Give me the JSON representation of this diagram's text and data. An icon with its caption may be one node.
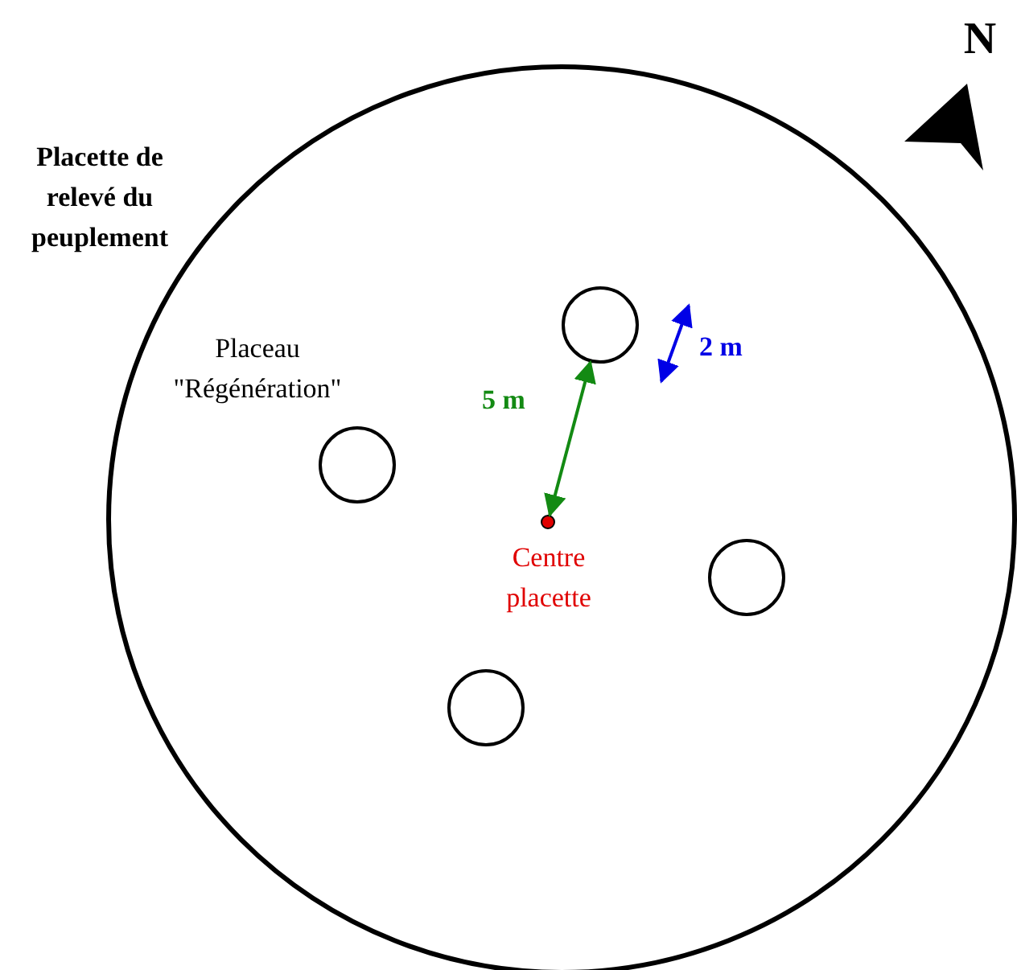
{
  "diagram": {
    "nodes": [
      {
        "text": [
          "Placette de relevé du peuplement"
        ]
      },
      {
        "text": [],
        "shape": "circle",
        "in": 0
      },
      {
        "text": [
          "Placeau \"Régénération\""
        ],
        "in": 0
      },
      {
        "text": [
          "Centre placette"
        ],
        "in": 0
      },
      {
        "text": [],
        "shape": "circle",
        "in": 0
      },
      {
        "text": [],
        "shape": "circle",
        "in": 0
      }
    ],
    "edges": [
      {
        "from": 3,
        "to": 1,
        "arrow": "both",
        "label": "5 m",
        "color": "#138a13"
      }
    ],
    "labels": [
      "N",
      "2 m"
    ]
  }
}
